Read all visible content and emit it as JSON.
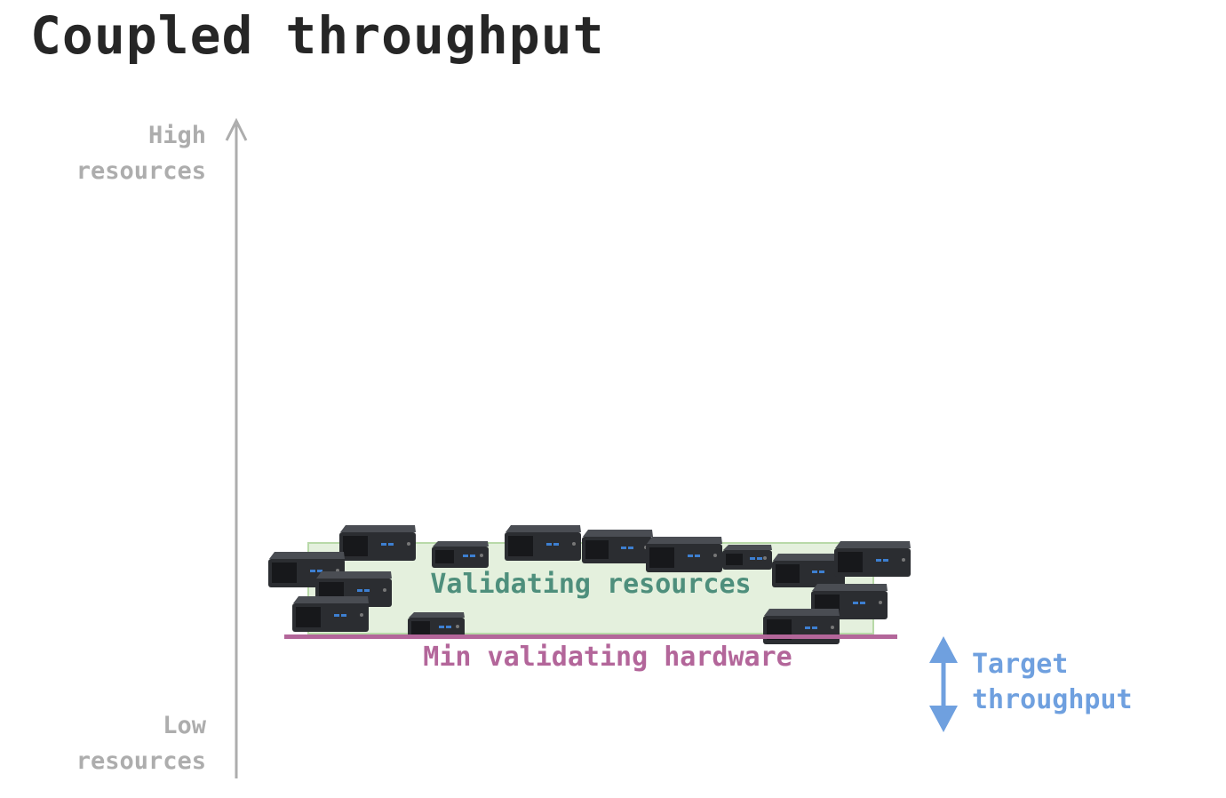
{
  "title": "Coupled throughput",
  "y_axis": {
    "high_label": [
      "High",
      "resources"
    ],
    "low_label": [
      "Low",
      "resources"
    ]
  },
  "region": {
    "label": "Validating resources"
  },
  "min_line": {
    "label": "Min validating hardware"
  },
  "target": {
    "label": [
      "Target",
      "throughput"
    ]
  },
  "colors": {
    "title": "#262626",
    "axis": "#adadad",
    "region_fill": "#e4f0dd",
    "region_text": "#4e8f7c",
    "min_line": "#b3669a",
    "target": "#6fa0df",
    "device_body": "#2b2d31"
  },
  "devices": {
    "icon": "mini-pc-icon"
  }
}
